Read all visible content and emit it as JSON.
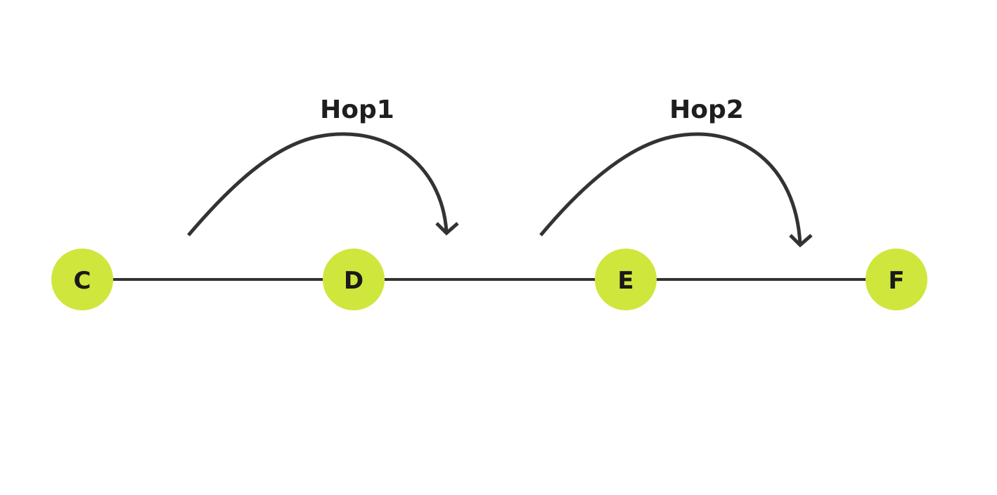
{
  "colors": {
    "background": "#ffffff",
    "node_fill": "#cfe63c",
    "line": "#333333",
    "text": "#1a1a1a"
  },
  "nodes": [
    {
      "id": "C",
      "label": "C"
    },
    {
      "id": "D",
      "label": "D"
    },
    {
      "id": "E",
      "label": "E"
    },
    {
      "id": "F",
      "label": "F"
    }
  ],
  "edges": [
    {
      "from": "C",
      "to": "D"
    },
    {
      "from": "D",
      "to": "E"
    },
    {
      "from": "E",
      "to": "F"
    }
  ],
  "hops": [
    {
      "label": "Hop1",
      "from": "C",
      "to": "D"
    },
    {
      "label": "Hop2",
      "from": "E",
      "to": "F"
    }
  ]
}
